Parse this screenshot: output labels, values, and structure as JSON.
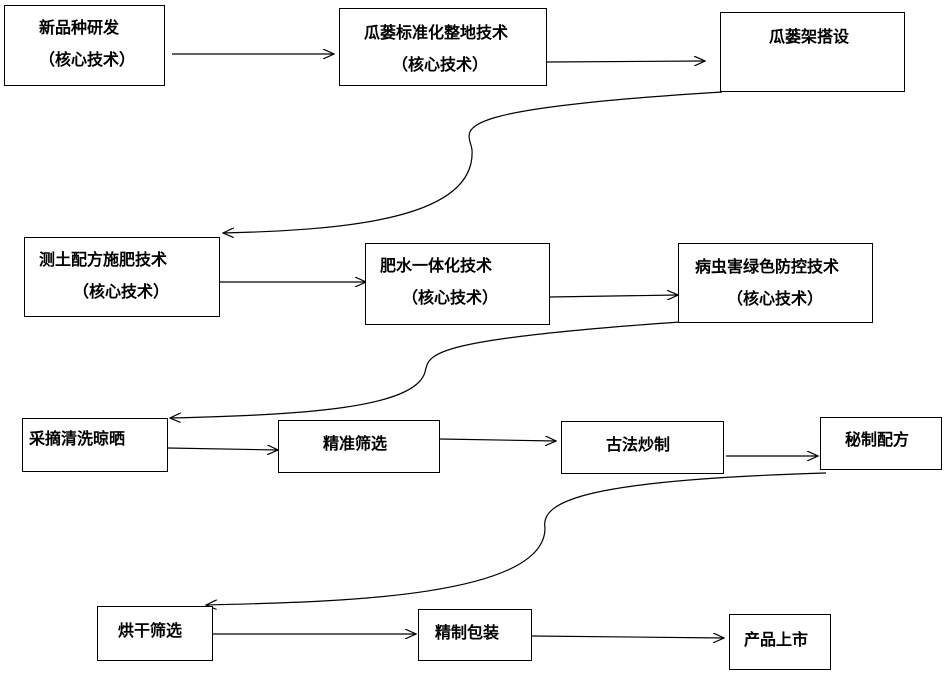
{
  "diagram": {
    "nodes": [
      {
        "id": "n1",
        "lines": [
          "新品种研发",
          "（核心技术）"
        ]
      },
      {
        "id": "n2",
        "lines": [
          "瓜蒌标准化整地技术",
          "（核心技术）"
        ]
      },
      {
        "id": "n3",
        "lines": [
          "瓜蒌架搭设"
        ]
      },
      {
        "id": "n4",
        "lines": [
          "测土配方施肥技术",
          "（核心技术）"
        ]
      },
      {
        "id": "n5",
        "lines": [
          "肥水一体化技术",
          "（核心技术）"
        ]
      },
      {
        "id": "n6",
        "lines": [
          "病虫害绿色防控技术",
          "（核心技术）"
        ]
      },
      {
        "id": "n7",
        "lines": [
          "采摘清洗晾晒"
        ]
      },
      {
        "id": "n8",
        "lines": [
          "精准筛选"
        ]
      },
      {
        "id": "n9",
        "lines": [
          "古法炒制"
        ]
      },
      {
        "id": "n10",
        "lines": [
          "秘制配方"
        ]
      },
      {
        "id": "n11",
        "lines": [
          "烘干筛选"
        ]
      },
      {
        "id": "n12",
        "lines": [
          "精制包装"
        ]
      },
      {
        "id": "n13",
        "lines": [
          "产品上市"
        ]
      }
    ],
    "edges": [
      [
        "n1",
        "n2"
      ],
      [
        "n2",
        "n3"
      ],
      [
        "n3",
        "n4"
      ],
      [
        "n4",
        "n5"
      ],
      [
        "n5",
        "n6"
      ],
      [
        "n6",
        "n7"
      ],
      [
        "n7",
        "n8"
      ],
      [
        "n8",
        "n9"
      ],
      [
        "n9",
        "n10"
      ],
      [
        "n10",
        "n11"
      ],
      [
        "n11",
        "n12"
      ],
      [
        "n12",
        "n13"
      ]
    ]
  }
}
